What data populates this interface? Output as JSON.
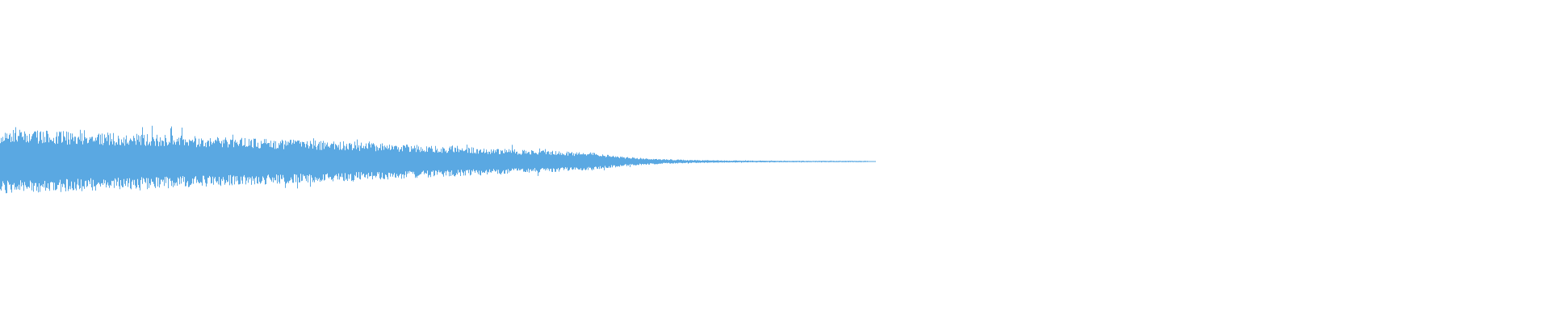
{
  "waveform": {
    "color": "#5aa8e2",
    "background": "#ffffff",
    "envelope_description_free": true,
    "amplitude_profile": {
      "start_level": 1.0,
      "fade_to_level_at_fraction": 0.38,
      "tail_level": 0.05,
      "audio_end_fraction": 0.56
    }
  }
}
